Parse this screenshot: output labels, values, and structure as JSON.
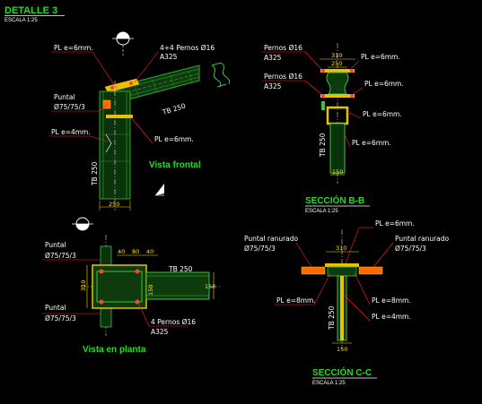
{
  "header": {
    "title": "DETALLE 3",
    "scale": "ESCALA 1:25"
  },
  "vista_frontal": {
    "title": "Vista frontal",
    "labels": {
      "pl6_top": "PL e=6mm.",
      "pernos_1": "4+4 Pernos Ø16",
      "pernos_2": "A325",
      "puntal_1": "Puntal",
      "puntal_2": "Ø75/75/3",
      "pl4": "PL e=4mm.",
      "pl6_mid": "PL e=6mm.",
      "tb_beam": "TB 250",
      "tb_col": "TB 250"
    },
    "dims": {
      "base": "250"
    }
  },
  "seccion_bb": {
    "title": "SECCIÓN B-B",
    "scale": "ESCALA 1:25",
    "labels": {
      "pernos_a_1": "Pernos Ø16",
      "pernos_a_2": "A325",
      "pernos_b_1": "Pernos Ø16",
      "pernos_b_2": "A325",
      "pl6_a": "PL e=6mm.",
      "pl6_b": "PL e=6mm.",
      "pl6_c": "PL e=6mm.",
      "pl6_d": "PL e=6mm.",
      "tb": "TB 250"
    },
    "dims": {
      "top": "310",
      "sub": "250",
      "bottom": "150"
    }
  },
  "vista_planta": {
    "title": "Vista en planta",
    "labels": {
      "puntal_a_1": "Puntal",
      "puntal_a_2": "Ø75/75/3",
      "puntal_b_1": "Puntal",
      "puntal_b_2": "Ø75/75/3",
      "tb": "TB 250",
      "pernos_1": "4 Pernos Ø16",
      "pernos_2": "A325"
    },
    "dims": {
      "d1": "40",
      "d2": "80",
      "d3": "40",
      "side": "310",
      "right": "150",
      "v2": "150"
    }
  },
  "seccion_cc": {
    "title": "SECCIÓN C-C",
    "scale": "ESCALA 1:25",
    "labels": {
      "pl6_top": "PL e=6mm.",
      "puntal_l_1": "Puntal ranurado",
      "puntal_l_2": "Ø75/75/3",
      "puntal_r_1": "Puntal ranurado",
      "puntal_r_2": "Ø75/75/3",
      "pl8_l": "PL e=8mm.",
      "pl8_r": "PL e=8mm.",
      "pl4": "PL e=4mm.",
      "tb": "TB 250"
    },
    "dims": {
      "top": "310",
      "bottom": "150"
    }
  },
  "colors": {
    "title": "#22dd22",
    "dimension": "#ffe000",
    "leader": "#ff2222",
    "steel": "#1f7a1f",
    "plate": "#e6c200"
  }
}
